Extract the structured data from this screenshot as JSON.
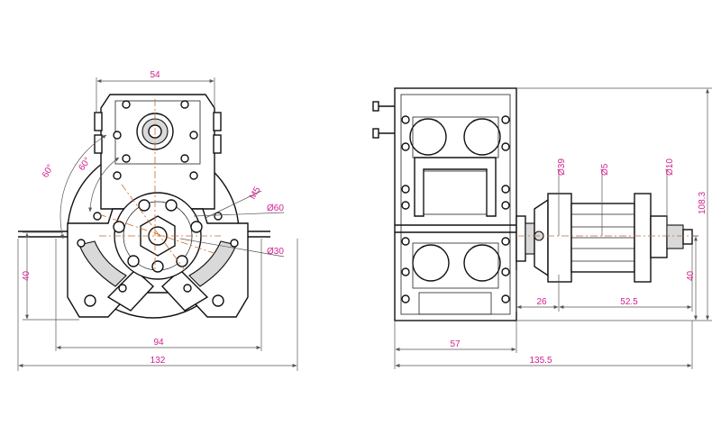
{
  "colors": {
    "line": "#111111",
    "dimension_text": "#d0218f",
    "center_line": "#cc6a2a",
    "background": "#ffffff"
  },
  "front_view": {
    "dim_top_width": "54",
    "dim_angle_1": "60°",
    "dim_angle_2": "60°",
    "dim_thread": "M5",
    "dim_dia_60": "Ø60",
    "dim_dia_30": "Ø30",
    "dim_height_left": "40",
    "dim_base_width": "94",
    "dim_total_width": "132"
  },
  "side_view": {
    "dim_dia_39": "Ø39",
    "dim_dia_5": "Ø5",
    "dim_dia_10": "Ø10",
    "dim_total_height": "108.3",
    "dim_height_right": "40",
    "dim_offset_26": "26",
    "dim_length_52_5": "52.5",
    "dim_body_57": "57",
    "dim_total_length": "135.5"
  }
}
